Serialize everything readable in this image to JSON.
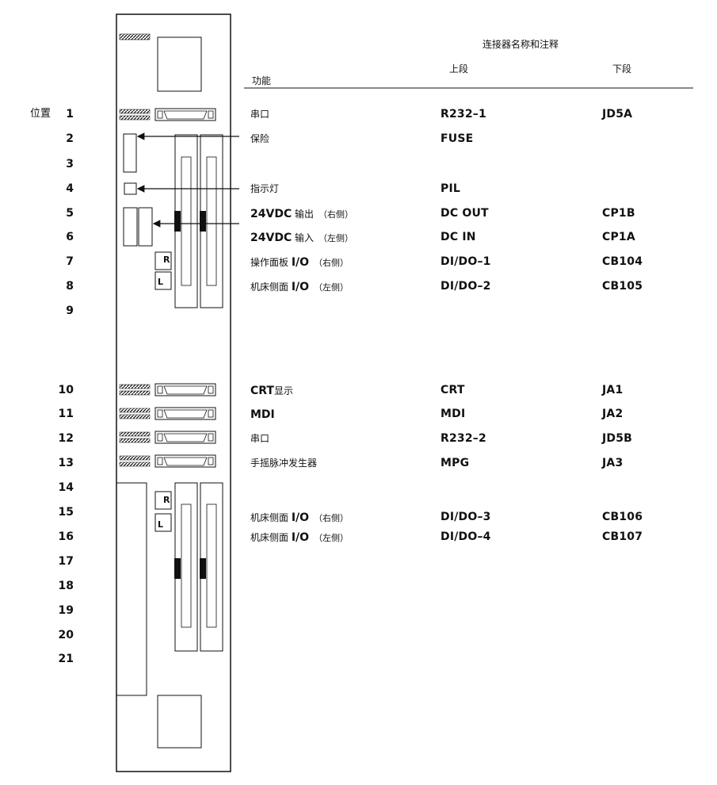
{
  "header": {
    "title": "连接器名称和注释",
    "function_col": "功能",
    "upper_col": "上段",
    "lower_col": "下段"
  },
  "position_label": "位置",
  "positions": [
    "1",
    "2",
    "3",
    "4",
    "5",
    "6",
    "7",
    "8",
    "9",
    "10",
    "11",
    "12",
    "13",
    "14",
    "15",
    "16",
    "17",
    "18",
    "19",
    "20",
    "21"
  ],
  "rows": [
    {
      "pre": "",
      "bold": "",
      "post": "串口",
      "paren": "",
      "upper": "R232–1",
      "lower": "JD5A"
    },
    {
      "pre": "",
      "bold": "",
      "post": "保险",
      "paren": "",
      "upper": "FUSE",
      "lower": ""
    },
    {
      "pre": "",
      "bold": "",
      "post": "指示灯",
      "paren": "",
      "upper": "PIL",
      "lower": ""
    },
    {
      "pre": "",
      "bold": "24VDC",
      "post": " 输出",
      "paren": "（右侧）",
      "upper": "DC OUT",
      "lower": "CP1B"
    },
    {
      "pre": "",
      "bold": "24VDC",
      "post": " 输入",
      "paren": "（左侧）",
      "upper": "DC IN",
      "lower": "CP1A"
    },
    {
      "pre": "操作面板 ",
      "bold": "I/O",
      "post": "",
      "paren": "（右侧）",
      "upper": "DI/DO–1",
      "lower": "CB104"
    },
    {
      "pre": "机床侧面 ",
      "bold": "I/O",
      "post": "",
      "paren": "（左侧）",
      "upper": "DI/DO–2",
      "lower": "CB105"
    },
    {
      "pre": "",
      "bold": "CRT",
      "post": "显示",
      "paren": "",
      "upper": "CRT",
      "lower": "JA1"
    },
    {
      "pre": "",
      "bold": "MDI",
      "post": "",
      "paren": "",
      "upper": "MDI",
      "lower": "JA2"
    },
    {
      "pre": "",
      "bold": "",
      "post": "串口",
      "paren": "",
      "upper": "R232–2",
      "lower": "JD5B"
    },
    {
      "pre": "",
      "bold": "",
      "post": "手摇脉冲发生器",
      "paren": "",
      "upper": "MPG",
      "lower": "JA3"
    },
    {
      "pre": "机床侧面 ",
      "bold": "I/O",
      "post": "",
      "paren": "（右侧）",
      "upper": "DI/DO–3",
      "lower": "CB106"
    },
    {
      "pre": "机床侧面 ",
      "bold": "I/O",
      "post": "",
      "paren": "（左侧）",
      "upper": "DI/DO–4",
      "lower": "CB107"
    }
  ],
  "board_labels": {
    "r": "R",
    "l": "L"
  }
}
